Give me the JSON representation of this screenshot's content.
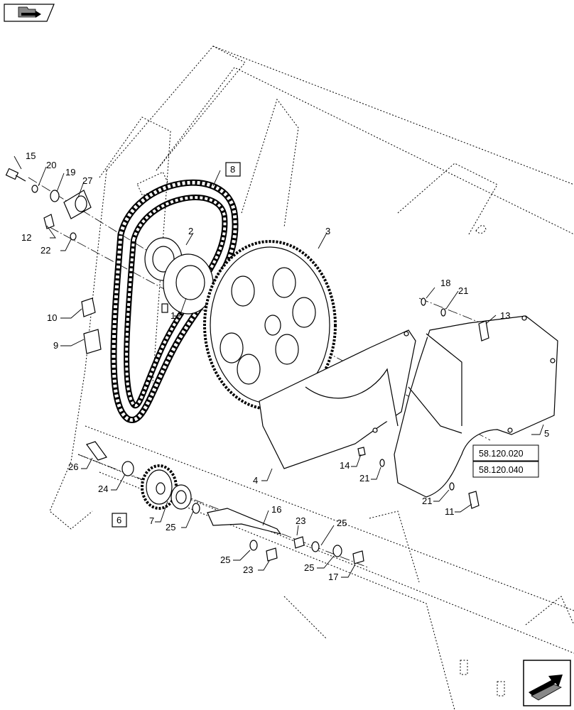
{
  "labels": {
    "p1": "1",
    "p2": "2",
    "p3": "3",
    "p4": "4",
    "p5": "5",
    "p6": "6",
    "p7": "7",
    "p8": "8",
    "p9": "9",
    "p10": "10",
    "p11": "11",
    "p12": "12",
    "p13": "13",
    "p14": "14",
    "p15": "15",
    "p16": "16",
    "p17": "17",
    "p18": "18",
    "p19": "19",
    "p20": "20",
    "p21a": "21",
    "p21b": "21",
    "p21c": "21",
    "p22": "22",
    "p23a": "23",
    "p23b": "23",
    "p24": "24",
    "p25a": "25",
    "p25b": "25",
    "p25c": "25",
    "p25d": "25",
    "p26": "26",
    "p27": "27"
  },
  "references": {
    "ref1": "58.120.020",
    "ref2": "58.120.040"
  },
  "icons": {
    "top_left": "folder-arrow-icon",
    "bottom_right": "next-page-arrow-icon"
  }
}
